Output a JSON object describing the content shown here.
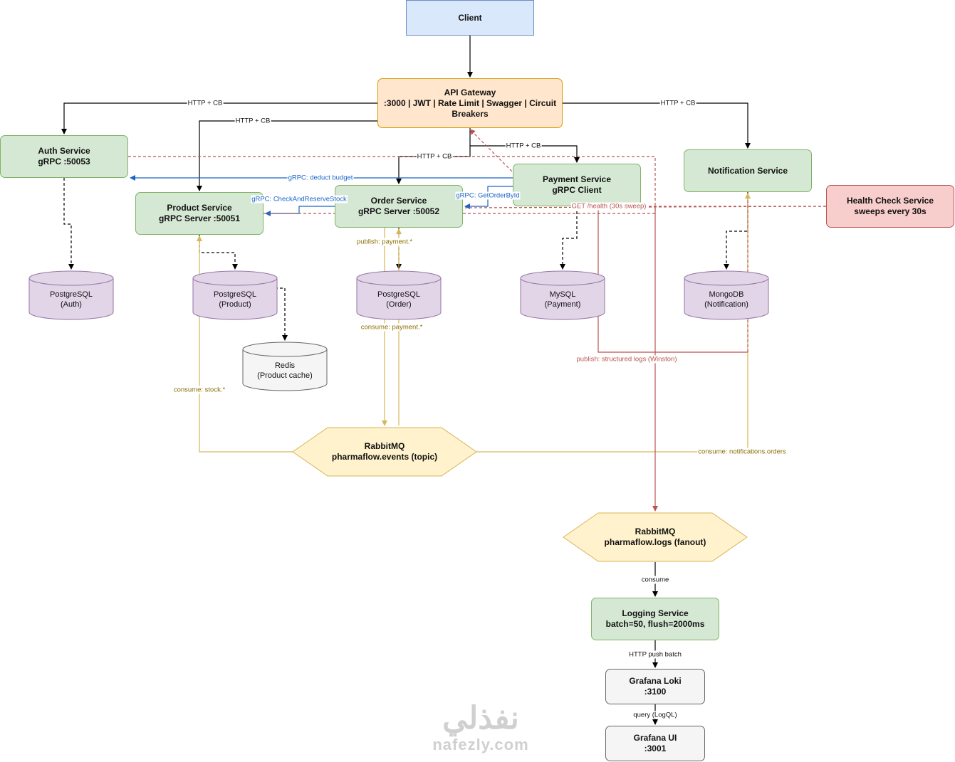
{
  "nodes": {
    "client": {
      "line1": "Client"
    },
    "gateway": {
      "line1": "API Gateway",
      "line2": ":3000 | JWT | Rate Limit | Swagger | Circuit",
      "line3": "Breakers"
    },
    "auth": {
      "line1": "Auth Service",
      "line2": "gRPC :50053"
    },
    "product": {
      "line1": "Product Service",
      "line2": "gRPC Server :50051"
    },
    "order": {
      "line1": "Order Service",
      "line2": "gRPC Server :50052"
    },
    "payment": {
      "line1": "Payment Service",
      "line2": "gRPC Client"
    },
    "notification": {
      "line1": "Notification Service"
    },
    "health": {
      "line1": "Health Check Service",
      "line2": "sweeps every 30s"
    },
    "pg_auth": {
      "line1": "PostgreSQL",
      "line2": "(Auth)"
    },
    "pg_product": {
      "line1": "PostgreSQL",
      "line2": "(Product)"
    },
    "pg_order": {
      "line1": "PostgreSQL",
      "line2": "(Order)"
    },
    "mysql": {
      "line1": "MySQL",
      "line2": "(Payment)"
    },
    "mongo": {
      "line1": "MongoDB",
      "line2": "(Notification)"
    },
    "redis": {
      "line1": "Redis",
      "line2": "(Product cache)"
    },
    "rabbit_events": {
      "line1": "RabbitMQ",
      "line2": "pharmaflow.events (topic)"
    },
    "rabbit_logs": {
      "line1": "RabbitMQ",
      "line2": "pharmaflow.logs (fanout)"
    },
    "logging": {
      "line1": "Logging Service",
      "line2": "batch=50, flush=2000ms"
    },
    "loki": {
      "line1": "Grafana Loki",
      "line2": ":3100"
    },
    "grafana": {
      "line1": "Grafana UI",
      "line2": ":3001"
    }
  },
  "edge_labels": {
    "gw_auth": "HTTP + CB",
    "gw_product": "HTTP + CB",
    "gw_notification": "HTTP + CB",
    "gw_payment": "HTTP + CB",
    "gw_order": "HTTP + CB",
    "deduct_budget": "gRPC: deduct budget",
    "check_reserve": "gRPC: CheckAndReserveStock",
    "get_order": "gRPC: GetOrderById",
    "health_get": "GET /health (30s sweep)",
    "publish_payment": "publish: payment.*",
    "consume_payment": "consume: payment.*",
    "consume_stock": "consume: stock.*",
    "publish_logs": "publish: structured logs (Winston)",
    "consume_notifications": "consume: notifications.orders",
    "consume_logs": "consume",
    "http_push": "HTTP push batch",
    "query_logql": "query (LogQL)"
  },
  "watermark": {
    "arabic": "نفذلي",
    "latin": "nafezly.com"
  },
  "colors": {
    "service_fill": "#d5e8d4",
    "service_stroke": "#82b366",
    "client_fill": "#dae8fc",
    "client_stroke": "#6c8ebf",
    "gateway_fill": "#ffe6cc",
    "gateway_stroke": "#d79b00",
    "health_fill": "#f8cecc",
    "health_stroke": "#b85450",
    "db_fill": "#e1d5e7",
    "db_stroke": "#9673a6",
    "queue_fill": "#fff2cc",
    "queue_stroke": "#d6b656",
    "infra_fill": "#f5f5f5",
    "infra_stroke": "#666666",
    "grpc_edge": "#1a64c8",
    "event_edge": "#d6b656",
    "log_edge": "#b85450"
  }
}
